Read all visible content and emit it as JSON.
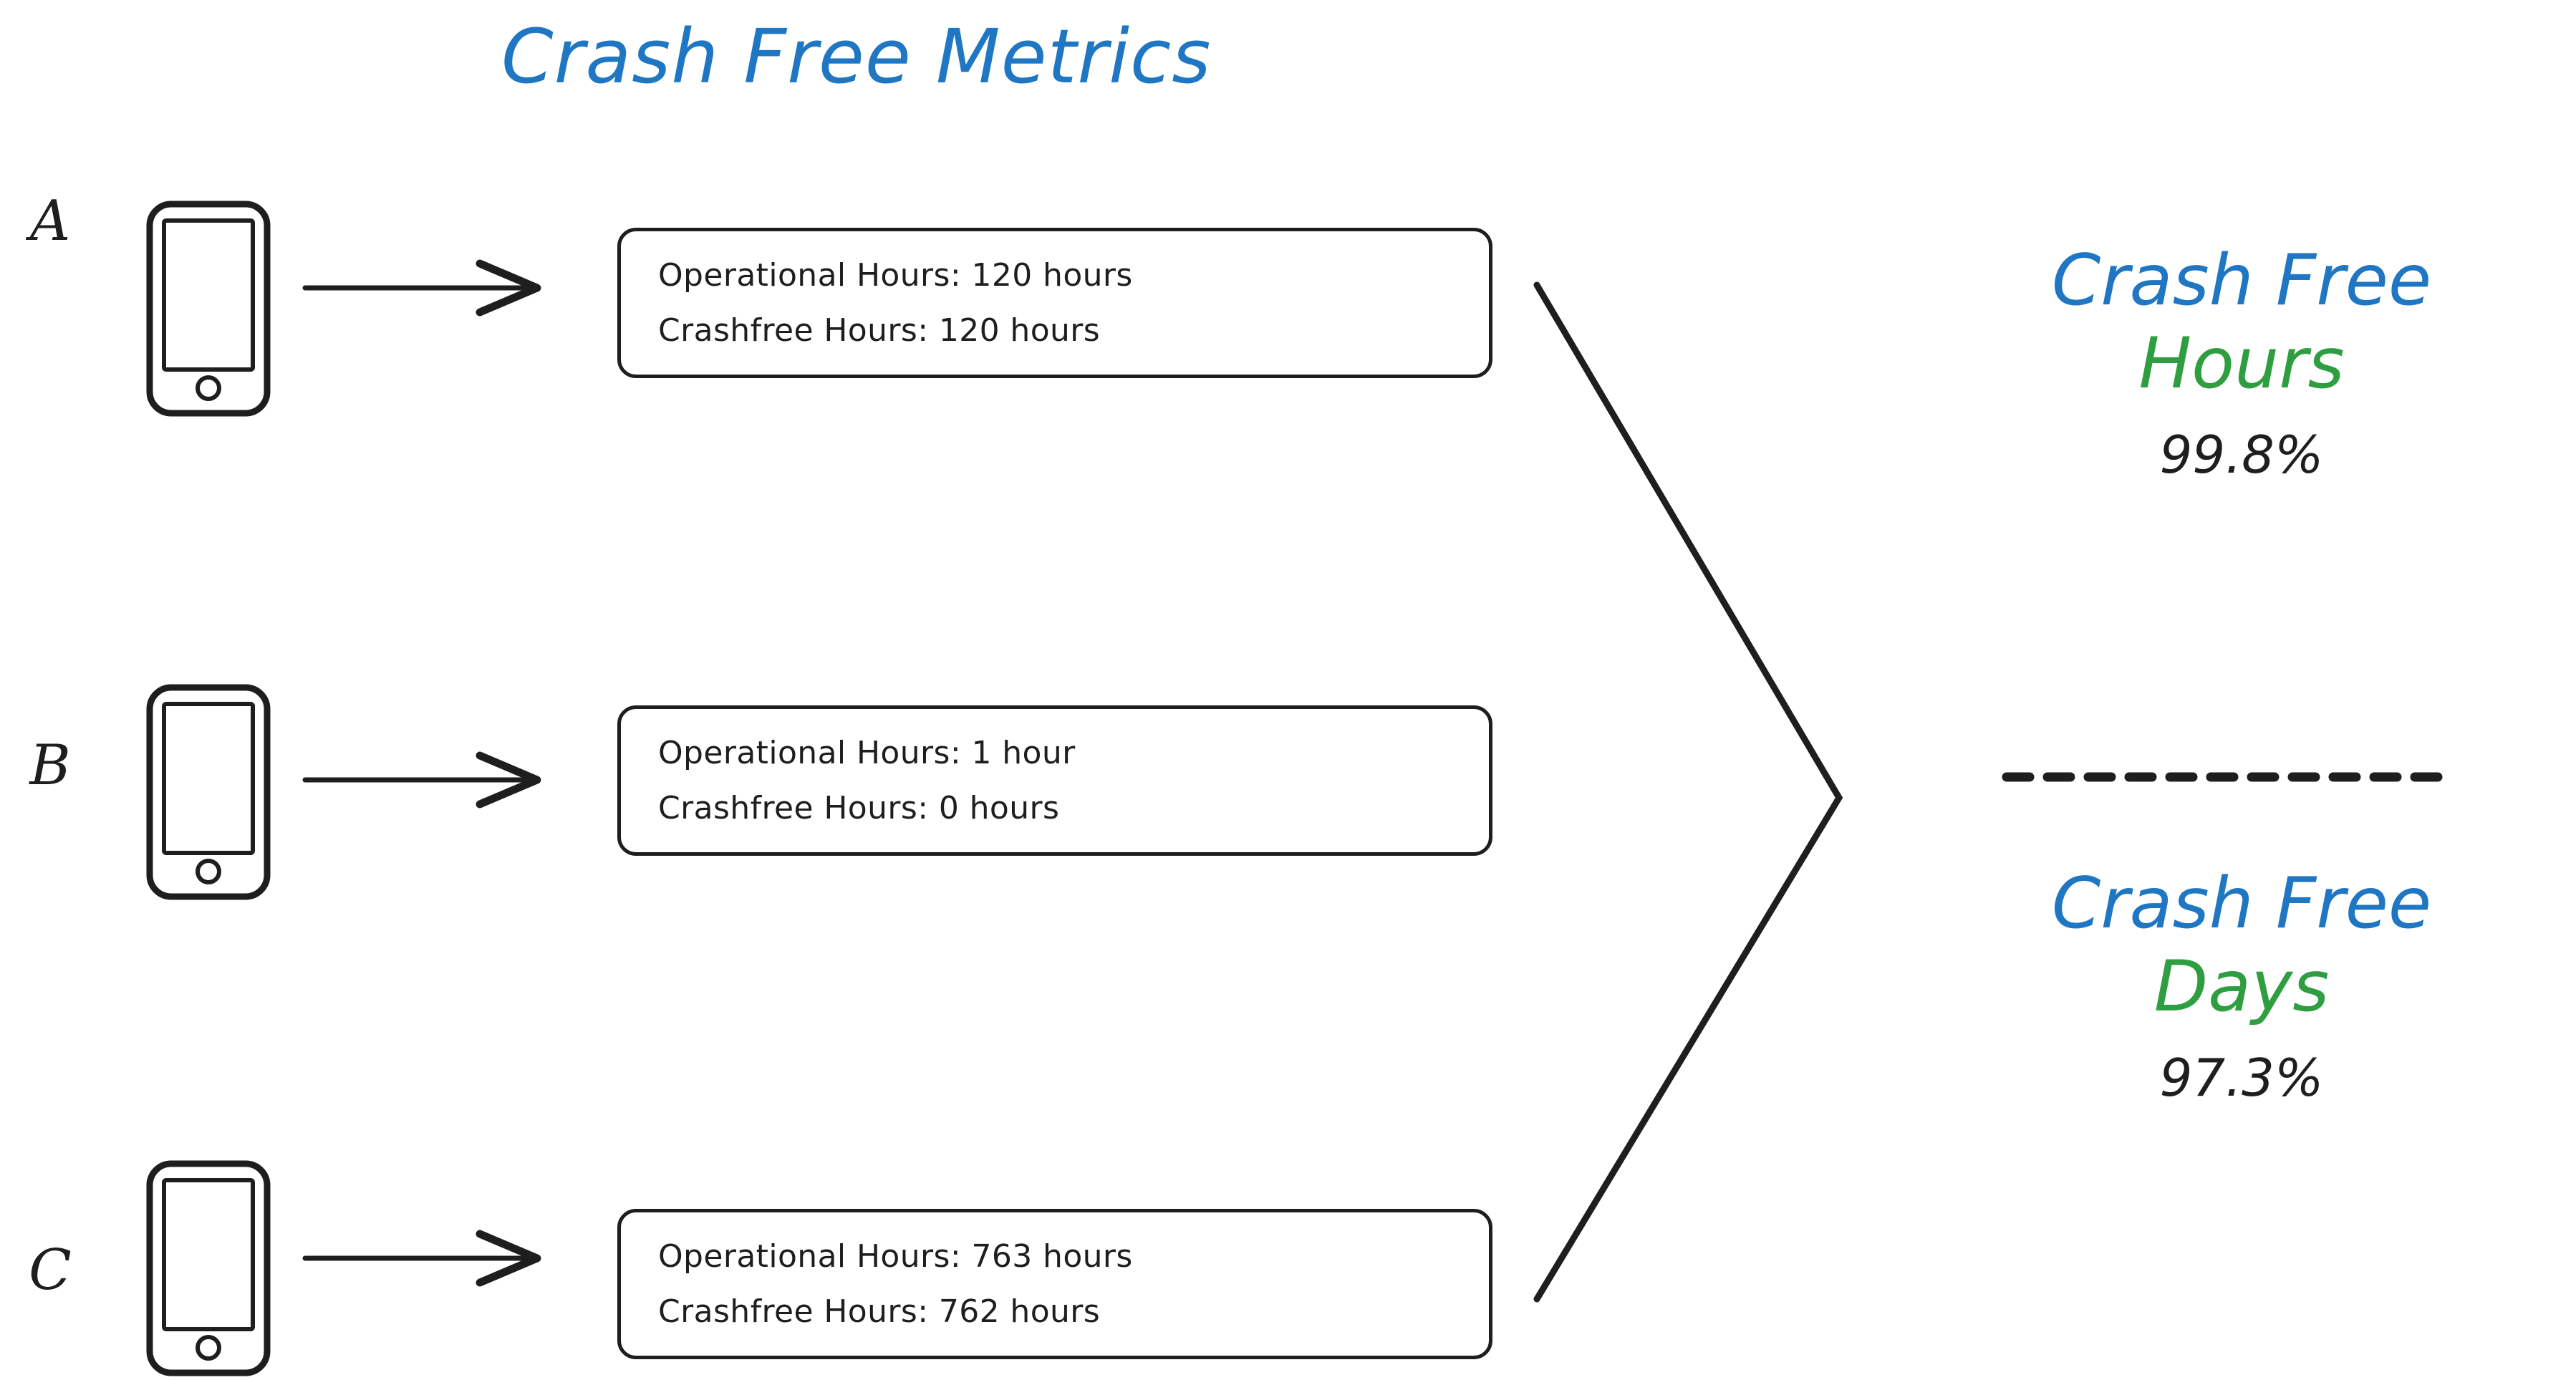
{
  "diagram": {
    "title": "Crash Free Metrics",
    "accent_blue": "#1f76c2",
    "accent_green": "#2f9e41",
    "ink": "#1e1e1e",
    "background": "#ffffff"
  },
  "devices": [
    {
      "label": "A",
      "icon": "mobile-phone-icon",
      "arrow": "arrow-right-icon",
      "metrics": {
        "operational": "Operational Hours: 120 hours",
        "crashfree": "Crashfree Hours: 120 hours",
        "operational_hours": 120,
        "crashfree_hours": 120
      }
    },
    {
      "label": "B",
      "icon": "mobile-phone-icon",
      "arrow": "arrow-right-icon",
      "metrics": {
        "operational": "Operational Hours: 1 hour",
        "crashfree": "Crashfree Hours: 0 hours",
        "operational_hours": 1,
        "crashfree_hours": 0
      }
    },
    {
      "label": "C",
      "icon": "mobile-phone-icon",
      "arrow": "arrow-right-icon",
      "metrics": {
        "operational": "Operational Hours: 763 hours",
        "crashfree": "Crashfree Hours: 762 hours",
        "operational_hours": 763,
        "crashfree_hours": 762
      }
    }
  ],
  "results": [
    {
      "title": "Crash Free",
      "unit": "Hours",
      "value": "99.8%"
    },
    {
      "title": "Crash Free",
      "unit": "Days",
      "value": "97.3%"
    }
  ],
  "divider": {
    "style": "dashed",
    "dash_count": 11
  }
}
